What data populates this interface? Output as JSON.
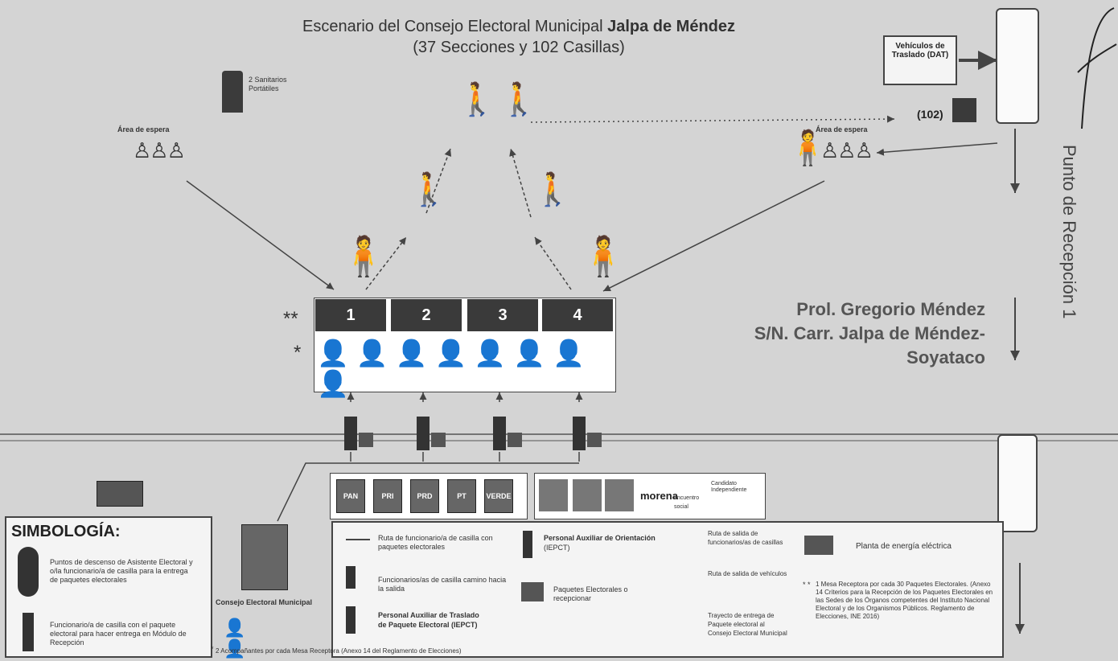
{
  "header": {
    "title_prefix": "Escenario del Consejo Electoral Municipal ",
    "title_bold": "Jalpa de Méndez",
    "subtitle": "(37 Secciones y 102 Casillas)"
  },
  "top_labels": {
    "sanitarios": "2 Sanitarios Portátiles",
    "area_espera_left": "Área de espera",
    "area_espera_right": "Área de espera",
    "vehiculos": "Vehículos de Traslado (DAT)",
    "count_102": "(102)"
  },
  "side_label": "Punto de Recepción 1",
  "address": {
    "line1": "Prol. Gregorio Méndez",
    "line2": "S/N. Carr. Jalpa de Méndez-",
    "line3": "Soyataco"
  },
  "tables": [
    "1",
    "2",
    "3",
    "4"
  ],
  "stars_double": "**",
  "stars_single": "*",
  "parties_left": [
    "PAN",
    "PRI",
    "PRD",
    "PT",
    "VERDE"
  ],
  "parties_right": {
    "morena": "morena",
    "encuentro": "encuentro social",
    "independiente": "Candidato Independiente"
  },
  "consejo_label": "Consejo Electoral Municipal",
  "legend": {
    "title": "SIMBOLOGÍA:",
    "asistente": "Puntos de descenso de Asistente Electoral y o/la funcionario/a de casilla para la entrega de paquetes electorales",
    "funcionario": "Funcionario/a de casilla con el paquete electoral para hacer entrega en Módulo de Recepción",
    "ruta_func": "Ruta de funcionario/a de casilla con paquetes electorales",
    "func_camino": "Funcionarios/as de casilla camino hacia la salida",
    "auxiliar_traslado_1": "Personal Auxiliar de Traslado",
    "auxiliar_traslado_2": "de Paquete Electoral (IEPCT)",
    "auxiliar_orientacion_1": "Personal Auxiliar de Orientación",
    "auxiliar_orientacion_2": "(IEPCT)",
    "paquetes": "Paquetes Electorales o recepcionar",
    "ruta_salida_func": "Ruta de salida de funcionarios/as de casillas",
    "ruta_salida_veh": "Ruta de salida de vehículos",
    "trayecto": "Trayecto de entrega de Paquete electoral al Consejo Electoral Municipal",
    "planta": "Planta de energía eléctrica",
    "nota_stars": "* *",
    "nota": "1 Mesa Receptora por cada 30 Paquetes Electorales. (Anexo 14 Criterios para la Recepción de los Paquetes Electorales en las Sedes de los Órganos competentes del Instituto Nacional Electoral y de los Organismos Públicos. Reglamento de Elecciones, INE 2016)",
    "nota_single_star": "*",
    "acompanantes": "2 Acompañantes por cada Mesa Receptora (Anexo 14 del Reglamento de Elecciones)"
  }
}
